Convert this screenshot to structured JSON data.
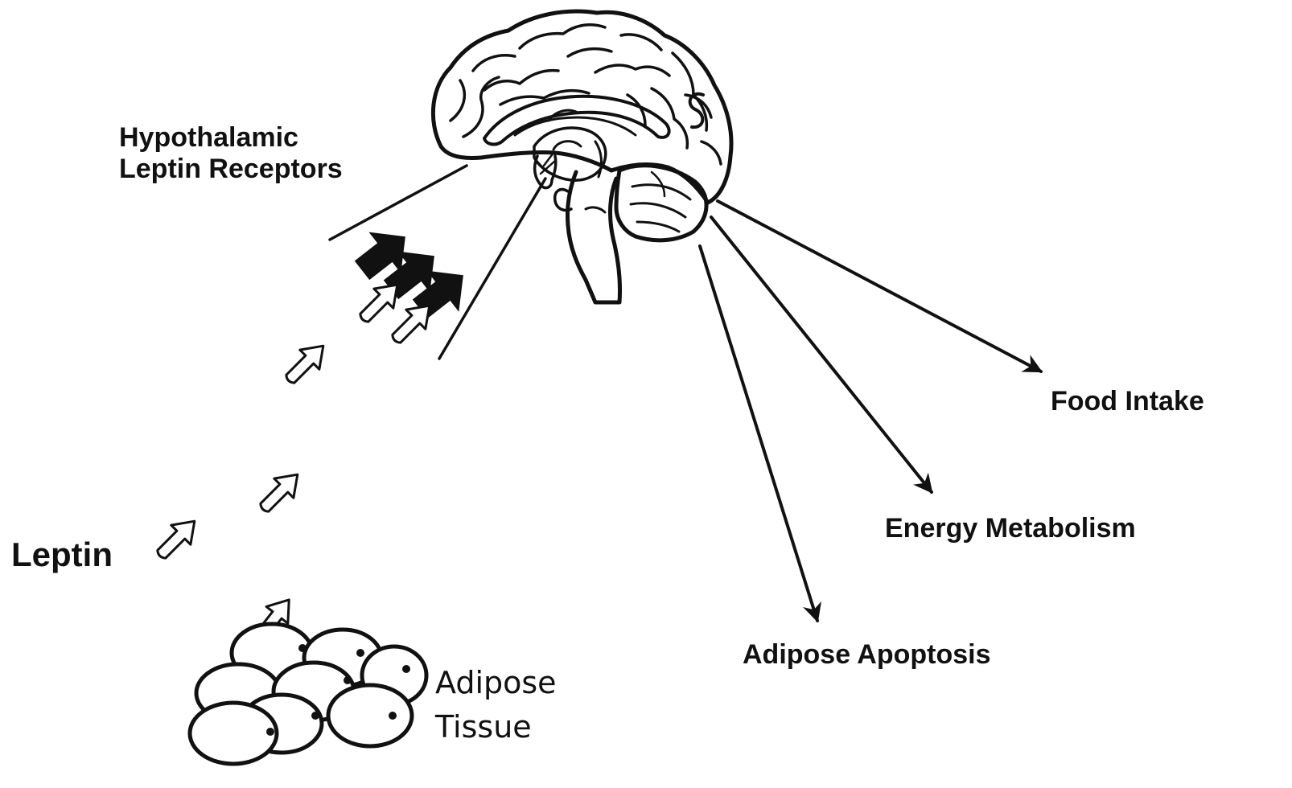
{
  "diagram": {
    "labels": {
      "receptors": [
        "Hypothalamic",
        "Leptin Receptors"
      ],
      "hormone": "Leptin",
      "tissue": [
        "Adipose",
        "Tissue"
      ],
      "effects": {
        "food_intake": "Food Intake",
        "energy_metabolism": "Energy Metabolism",
        "adipose_apoptosis": "Adipose Apoptosis"
      }
    },
    "icons": {
      "brain": "brain-sagittal-icon",
      "fat_cells": "adipocyte-cluster-icon",
      "signal_arrow": "hollow-arrow-icon",
      "receptor_arrow": "solid-arrow-icon"
    },
    "colors": {
      "ink": "#111111",
      "background": "#ffffff"
    }
  }
}
